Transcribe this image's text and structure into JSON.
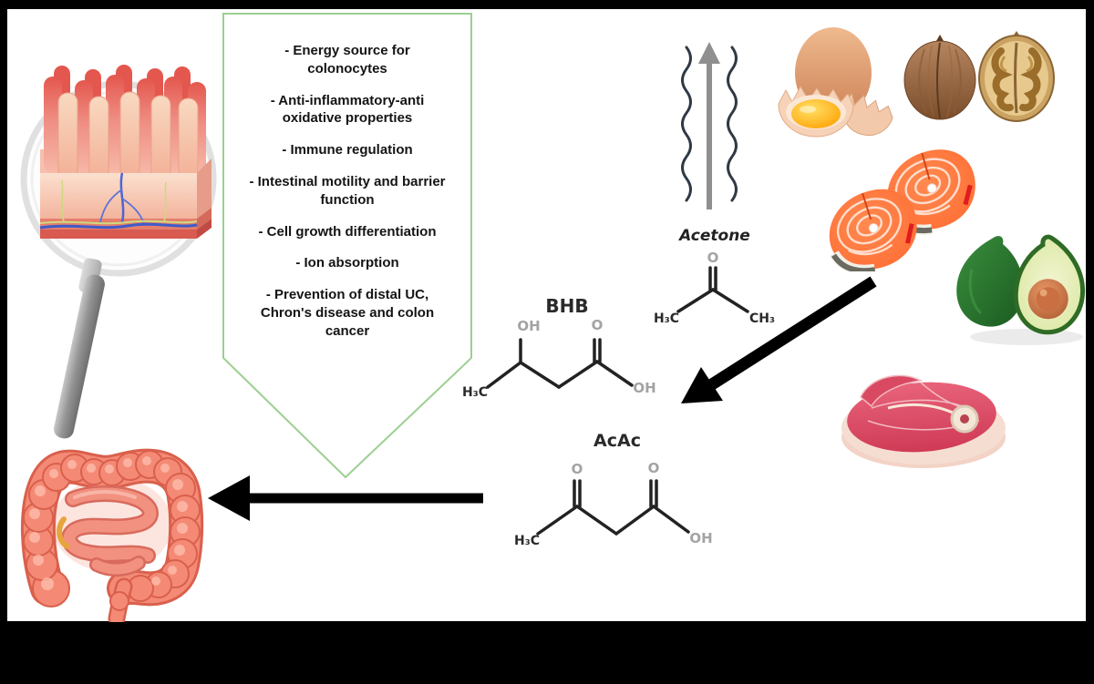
{
  "figure": {
    "benefits": {
      "border_color": "#9ccf92",
      "items": [
        "- Energy source for colonocytes",
        "- Anti-inflammatory-anti oxidative properties",
        "- Immune regulation",
        "- Intestinal motility and barrier function",
        "- Cell growth differentiation",
        "- Ion absorption",
        "- Prevention of distal UC, Chron's disease and colon cancer"
      ]
    },
    "molecules": {
      "bhb": {
        "title": "BHB",
        "hydroxyl_top": "OH",
        "carbonyl_o": "O",
        "methyl": "H₃C",
        "hydroxyl_right": "OH"
      },
      "acetone": {
        "title": "Acetone",
        "carbonyl_o": "O",
        "methyl_left": "H₃C",
        "methyl_right": "CH₃"
      },
      "acac": {
        "title": "AcAc",
        "carbonyl_o_left": "O",
        "carbonyl_o_right": "O",
        "methyl": "H₃C",
        "hydroxyl": "OH"
      }
    },
    "colors": {
      "accent_green": "#9ccf92",
      "arrow_black": "#000000",
      "arrow_gray": "#8f8f8f",
      "bond": "#222222",
      "atom_gray": "#a3a3a3",
      "colon_coral": "#f48a76"
    }
  }
}
